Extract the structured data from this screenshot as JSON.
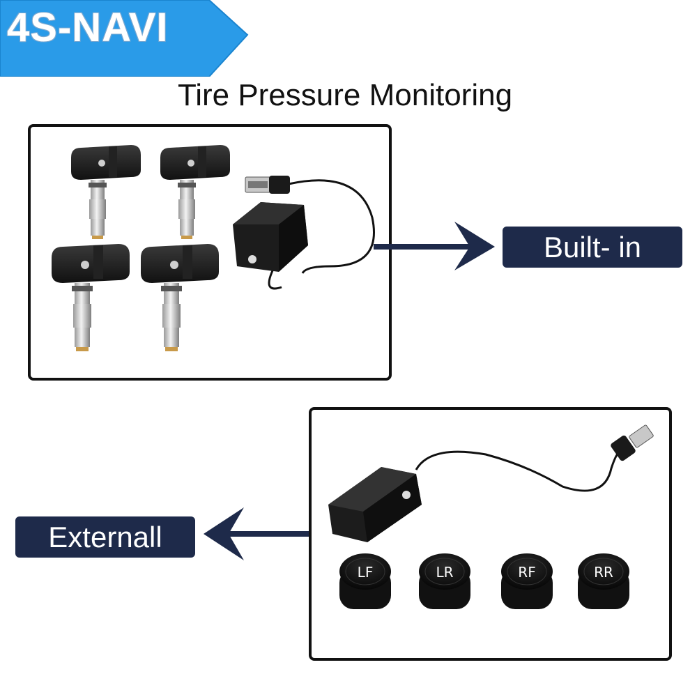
{
  "brand": {
    "name": "4S-NAVI",
    "banner_color": "#2a9be8"
  },
  "title": "Tire Pressure Monitoring",
  "builtin": {
    "label": "Built- in",
    "label_color": "#1e2a4a",
    "parts": [
      "valve-sensor",
      "valve-sensor",
      "valve-sensor",
      "valve-sensor",
      "receiver-module",
      "usb-plug"
    ]
  },
  "external": {
    "label": "Externall",
    "label_color": "#1e2a4a",
    "caps": [
      {
        "label": "LF"
      },
      {
        "label": "LR"
      },
      {
        "label": "RF"
      },
      {
        "label": "RR"
      }
    ]
  }
}
